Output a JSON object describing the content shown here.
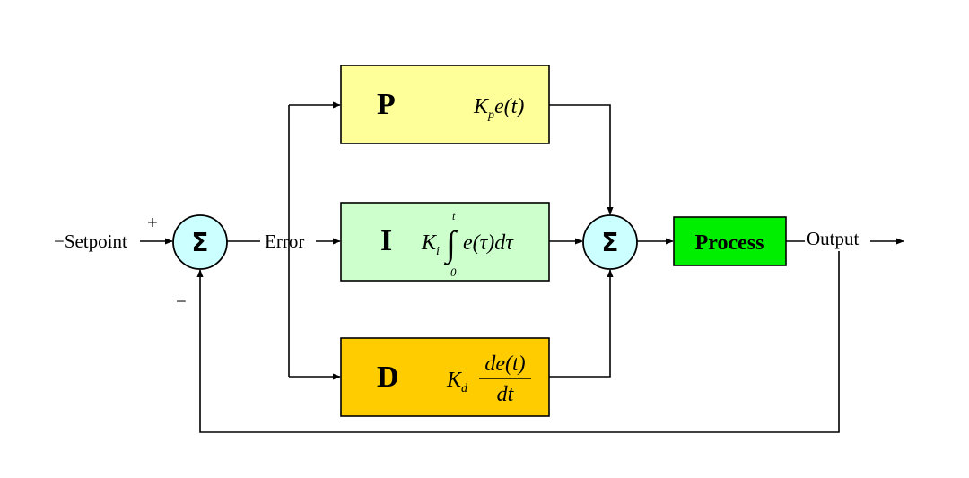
{
  "labels": {
    "setpoint": "−Setpoint",
    "plus": "+",
    "minus": "−",
    "error": "Error",
    "output": "Output",
    "sum_symbol": "Σ",
    "process": "Process"
  },
  "blocks": {
    "p": {
      "letter": "P",
      "k": "K",
      "k_sub": "p",
      "expr": "e(t)"
    },
    "i": {
      "letter": "I",
      "k": "K",
      "k_sub": "i",
      "integrand": "e(τ)dτ",
      "upper": "t",
      "lower": "0"
    },
    "d": {
      "letter": "D",
      "k": "K",
      "k_sub": "d",
      "numerator": "de(t)",
      "denominator": "dt"
    }
  },
  "colors": {
    "p_fill": "#FFFF99",
    "i_fill": "#CCFFCC",
    "d_fill": "#FFCC00",
    "process_fill": "#00EE00",
    "sum_fill": "#CCFFFF"
  }
}
